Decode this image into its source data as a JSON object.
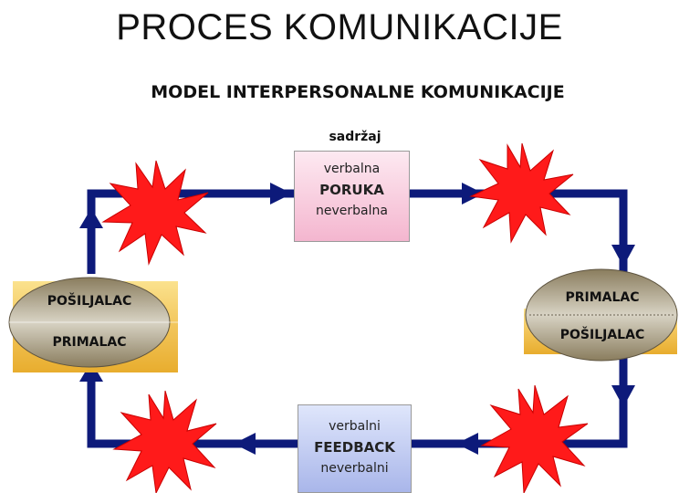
{
  "title": "PROCES KOMUNIKACIJE",
  "subtitle": "MODEL INTERPERSONALNE KOMUNIKACIJE",
  "message": {
    "content_label": "sadržaj",
    "top": "verbalna",
    "name": "PORUKA",
    "bottom": "neverbalna"
  },
  "feedback": {
    "top": "verbalni",
    "name": "FEEDBACK",
    "bottom": "neverbalni"
  },
  "left_node": {
    "top": "POŠILJALAC",
    "bottom": "PRIMALAC"
  },
  "right_node": {
    "top": "PRIMALAC",
    "bottom": "POŠILJALAC"
  },
  "colors": {
    "arrow": "#0d1a7a",
    "noise": "#ff1a1a",
    "node_gold": "#f2c55a",
    "node_ellipse": "#9c8e6e",
    "message_box": "#f6bcd4",
    "feedback_box": "#b7c3ef"
  }
}
